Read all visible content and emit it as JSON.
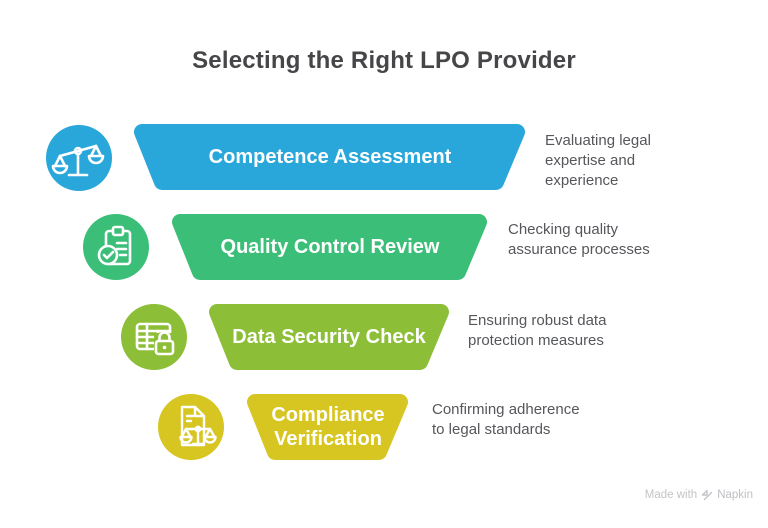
{
  "title": "Selecting the Right LPO Provider",
  "stages": [
    {
      "label": "Competence Assessment",
      "description_lines": [
        "Evaluating legal",
        "expertise and",
        "experience"
      ],
      "color": "#29A7DA",
      "icon": "balance-scale-icon"
    },
    {
      "label": "Quality Control Review",
      "description_lines": [
        "Checking quality",
        "assurance processes"
      ],
      "color": "#3BBF78",
      "icon": "clipboard-check-icon"
    },
    {
      "label": "Data Security Check",
      "description_lines": [
        "Ensuring robust data",
        "protection measures"
      ],
      "color": "#8CBE37",
      "icon": "data-table-lock-icon"
    },
    {
      "label": "Compliance Verification",
      "label_lines": [
        "Compliance",
        "Verification"
      ],
      "description_lines": [
        "Confirming adherence",
        "to legal standards"
      ],
      "color": "#D7C521",
      "icon": "document-scales-icon"
    }
  ],
  "watermark": {
    "prefix": "Made with",
    "brand": "Napkin"
  },
  "colors": {
    "background": "#FFFFFF",
    "title_text": "#464649",
    "description_text": "#56575B",
    "stage_label_text": "#FFFFFF",
    "watermark_text": "#C4C4C8"
  }
}
